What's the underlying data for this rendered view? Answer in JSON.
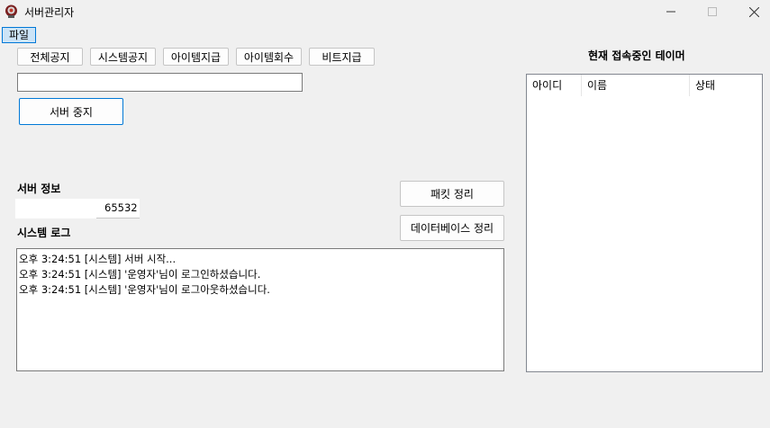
{
  "window": {
    "title": "서버관리자",
    "minimize_icon": "minimize-icon",
    "maximize_icon": "maximize-icon",
    "close_icon": "close-icon"
  },
  "menu": {
    "file": "파일"
  },
  "toolbar": {
    "notice_all": "전체공지",
    "notice_system": "시스템공지",
    "item_give": "아이템지급",
    "item_take": "아이템회수",
    "bit_give": "비트지급"
  },
  "notice_input": {
    "value": ""
  },
  "server_stop": "서버 중지",
  "server_info": {
    "label": "서버 정보",
    "ip_value": "",
    "port_value": "65532"
  },
  "actions": {
    "packet_cleanup": "패킷 정리",
    "db_cleanup": "데이터베이스 정리"
  },
  "system_log": {
    "label": "시스템 로그",
    "lines": [
      "오후 3:24:51  [시스템] 서버 시작...",
      "오후 3:24:51  [시스템] '운영자'님이 로그인하셨습니다.",
      "오후 3:24:51  [시스템] '운영자'님이 로그아웃하셨습니다."
    ]
  },
  "connected": {
    "title": "현재 접속중인 테이머",
    "columns": [
      "아이디",
      "이름",
      "상태"
    ]
  }
}
